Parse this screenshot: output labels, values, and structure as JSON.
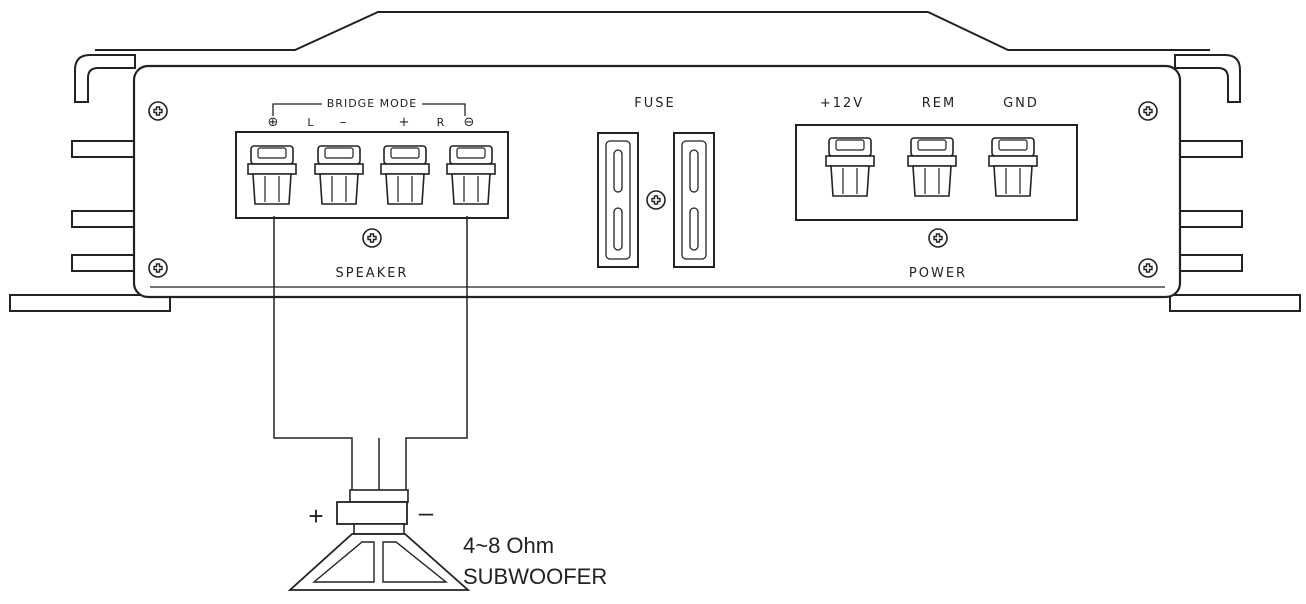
{
  "amplifier": {
    "bridge_mode_label": "BRIDGE MODE",
    "speaker_label": "SPEAKER",
    "fuse_label": "FUSE",
    "power_label": "POWER",
    "speaker_terminals": [
      "⊕",
      "L",
      "–",
      "+",
      "R",
      "⊖"
    ],
    "power_terminals": [
      "+12V",
      "REM",
      "GND"
    ]
  },
  "subwoofer": {
    "plus_symbol": "+",
    "minus_symbol": "–",
    "impedance": "4~8 Ohm",
    "name": "SUBWOOFER"
  },
  "icons": [
    "screw-icon",
    "terminal-connector-icon",
    "fuse-icon",
    "speaker-icon"
  ],
  "colors": {
    "line": "#222222",
    "background": "#ffffff"
  }
}
